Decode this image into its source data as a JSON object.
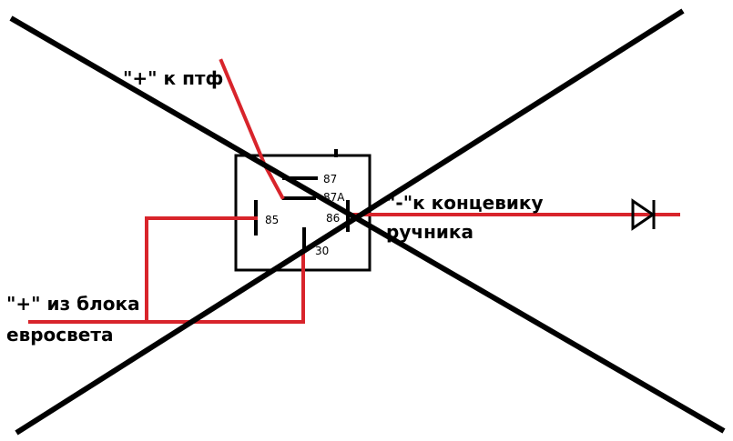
{
  "colors": {
    "wire": "#d8242b",
    "line": "#000000",
    "background": "#ffffff"
  },
  "labels": {
    "fog_light_plus": "\"+\" к птф",
    "handbrake_minus_line1": "\"-\"к концевику",
    "handbrake_minus_line2": "ручника",
    "eurolight_plus_line1": "\"+\" из блока",
    "eurolight_plus_line2": "евросвета"
  },
  "relay": {
    "pins": {
      "p87": "87",
      "p87a": "87A",
      "p85": "85",
      "p86": "86",
      "p30": "30"
    }
  },
  "icons": {
    "diode": "diode-icon",
    "cross_out": "cross-out-mark"
  }
}
